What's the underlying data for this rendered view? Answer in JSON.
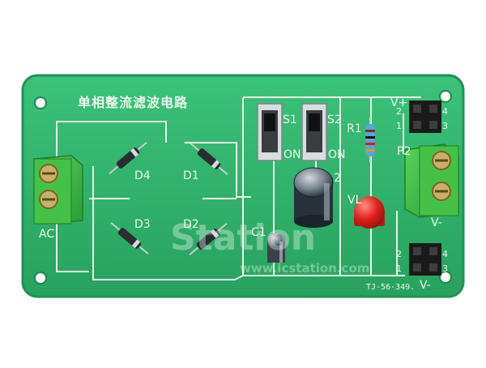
{
  "board": {
    "title": "单相整流滤波电路",
    "code": "TJ-56-349.",
    "colors": {
      "pcb": "#2fb36a",
      "edge": "#1f9354",
      "trace": "#e9f4ea",
      "terminal": "#3fb84a",
      "led": "#e0241d"
    }
  },
  "labels": {
    "ac": "AC",
    "d1": "D1",
    "d2": "D2",
    "d3": "D3",
    "d4": "D4",
    "s1": "S1",
    "s2": "S2",
    "on1": "ON",
    "on2": "ON",
    "r1": "R1",
    "c1": "C1",
    "c2": "2",
    "vl": "VL",
    "p2": "P2",
    "vplus": "V+",
    "vminus_mid": "V-",
    "vminus_bottom": "V-",
    "pin_tl": "2",
    "pin_tr": "4",
    "pin_bl": "1",
    "pin_br": "3",
    "pin2_tl": "2",
    "pin2_tr": "4",
    "pin2_bl": "1",
    "pin2_br": "3"
  },
  "watermark": {
    "brand": "Station",
    "url": "www.icstation.com"
  }
}
